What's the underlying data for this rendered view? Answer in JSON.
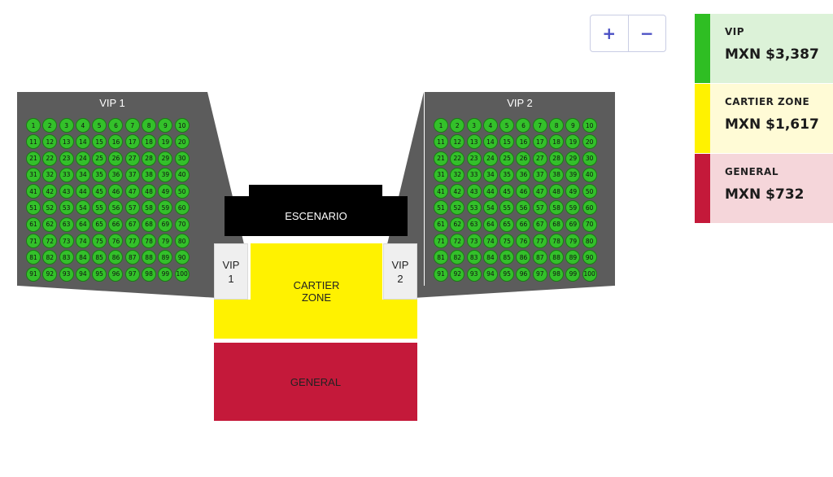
{
  "zoom": {
    "in_label": "+",
    "out_label": "−"
  },
  "legend": [
    {
      "name": "VIP",
      "price": "MXN $3,387",
      "color": "#2fbe23",
      "bg": "#dcf2d8"
    },
    {
      "name": "CARTIER ZONE",
      "price": "MXN $1,617",
      "color": "#fff200",
      "bg": "#fffbd6"
    },
    {
      "name": "GENERAL",
      "price": "MXN $732",
      "color": "#c4193a",
      "bg": "#f5d6da"
    }
  ],
  "map": {
    "vip1_title": "VIP 1",
    "vip2_title": "VIP 2",
    "stage_label": "ESCENARIO",
    "vip1_box_label": "VIP\n1",
    "vip2_box_label": "VIP\n2",
    "cartier_label": "CARTIER\nZONE",
    "general_label": "GENERAL",
    "seat_color": "#33c02a",
    "panel_color": "#5c5c5c",
    "seats": [
      1,
      2,
      3,
      4,
      5,
      6,
      7,
      8,
      9,
      10,
      11,
      12,
      13,
      14,
      15,
      16,
      17,
      18,
      19,
      20,
      21,
      22,
      23,
      24,
      25,
      26,
      27,
      28,
      29,
      30,
      31,
      32,
      33,
      34,
      35,
      36,
      37,
      38,
      39,
      40,
      41,
      42,
      43,
      44,
      45,
      46,
      47,
      48,
      49,
      50,
      51,
      52,
      53,
      54,
      55,
      56,
      57,
      58,
      59,
      60,
      61,
      62,
      63,
      64,
      65,
      66,
      67,
      68,
      69,
      70,
      71,
      72,
      73,
      74,
      75,
      76,
      77,
      78,
      79,
      80,
      81,
      82,
      83,
      84,
      85,
      86,
      87,
      88,
      89,
      90,
      91,
      92,
      93,
      94,
      95,
      96,
      97,
      98,
      99,
      100
    ]
  }
}
